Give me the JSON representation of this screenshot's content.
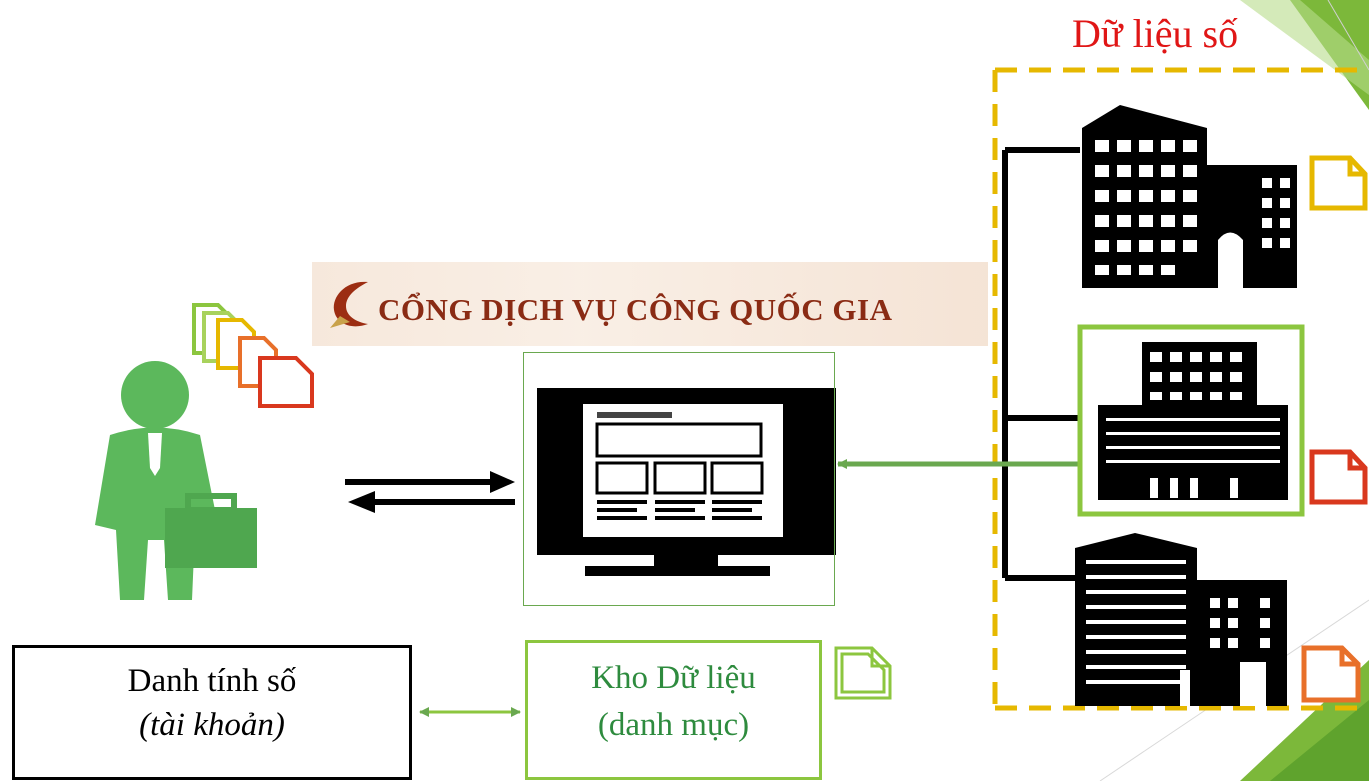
{
  "banner": {
    "text": "CỔNG DỊCH VỤ CÔNG QUỐC GIA"
  },
  "digital_data": {
    "title": "Dữ liệu số"
  },
  "identity": {
    "line1": "Danh tính số",
    "line2": "(tài khoản)"
  },
  "catalog": {
    "line1": "Kho Dữ liệu",
    "line2": "(danh mục)"
  },
  "colors": {
    "person": "#5cb85c",
    "title_red": "#e01616",
    "frame_yellow": "#e6b800",
    "green_border": "#8cc63f",
    "doc_red": "#d9381e",
    "doc_orange": "#e8702a",
    "banner_text": "#8a2b14"
  },
  "icons": [
    "person-icon",
    "document-stack-icon",
    "computer-monitor-icon",
    "building-icon",
    "document-icon",
    "portal-logo-icon"
  ]
}
